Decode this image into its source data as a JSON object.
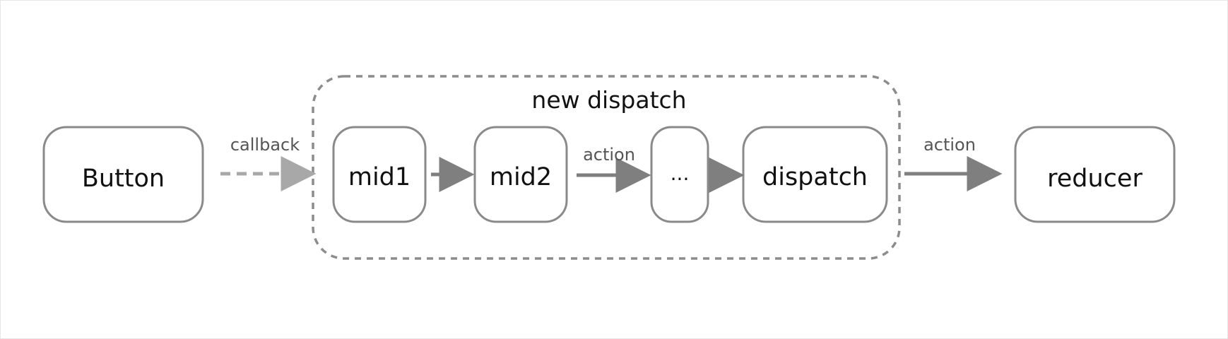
{
  "group": {
    "label": "new dispatch"
  },
  "nodes": {
    "button": "Button",
    "mid1": "mid1",
    "mid2": "mid2",
    "ellipsis": "...",
    "dispatch": "dispatch",
    "reducer": "reducer"
  },
  "edges": {
    "callback": "callback",
    "action_inner": "action",
    "action_outer": "action"
  },
  "colors": {
    "node_border": "#8a8a8a",
    "arrow": "#7f7f7f",
    "dashed_arrow": "#a8a8a8",
    "group_border": "#8c8c8c"
  }
}
